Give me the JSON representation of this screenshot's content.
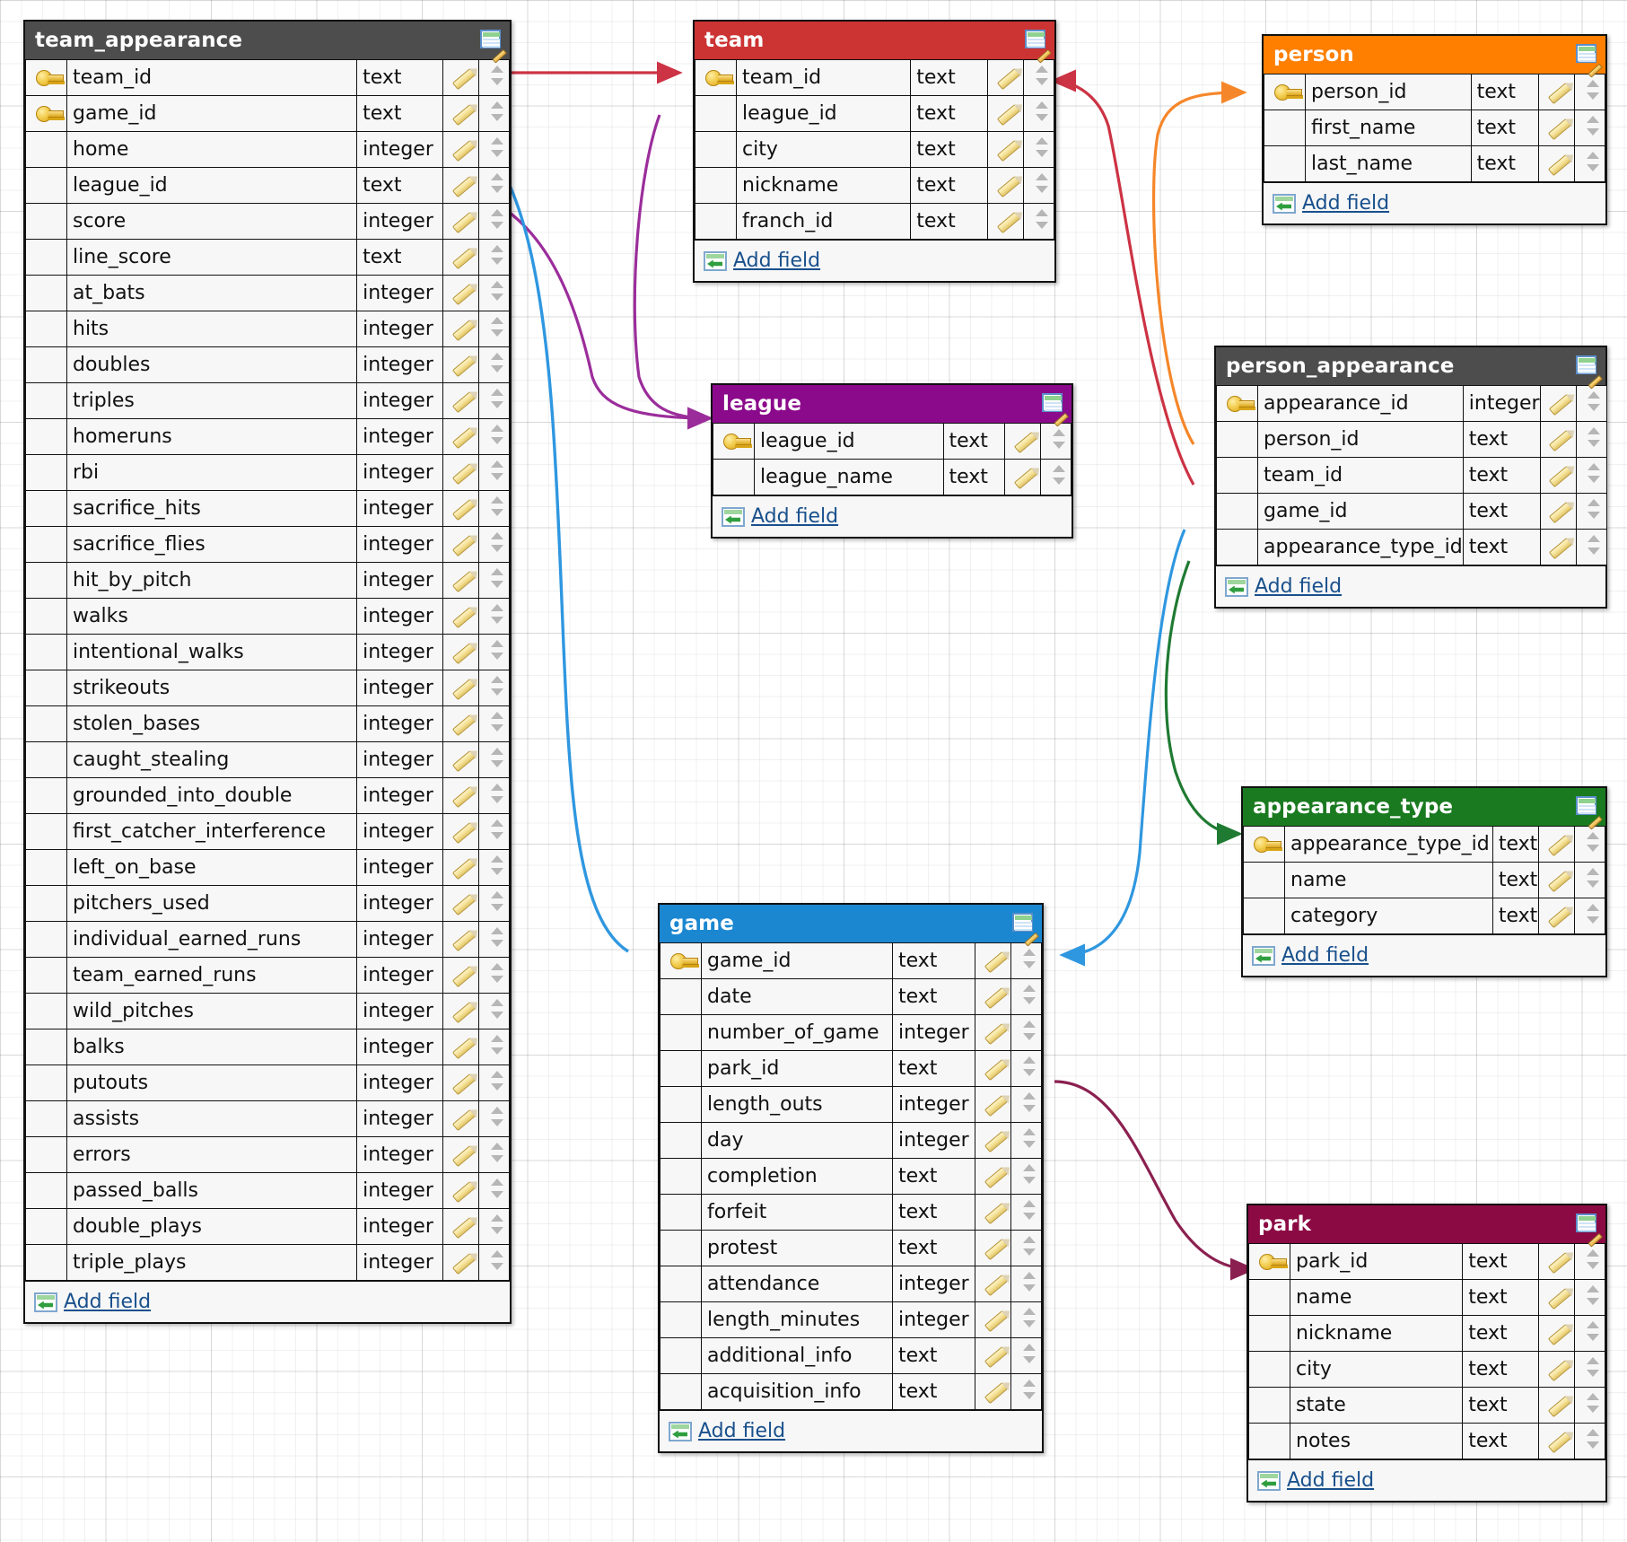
{
  "diagram": {
    "kind": "database-schema-er-diagram",
    "add_field_label": "Add field",
    "colors": {
      "team_appearance": "#4d4d4d",
      "team": "#cc3333",
      "person": "#ff7f00",
      "person_appearance": "#4d4d4d",
      "league": "#8b0a8b",
      "appearance_type": "#1a7a20",
      "game": "#1b87d1",
      "park": "#8b0a43",
      "key_icon": "#e8c34a",
      "link_text": "#19508c"
    },
    "edge_colors": {
      "team_appearance_to_team": "#cc3344",
      "team_appearance_to_league": "#9b2d9b",
      "team_appearance_to_game": "#2f97e0",
      "team_to_league": "#9b2d9b",
      "person_appearance_to_person": "#f5872a",
      "person_appearance_to_team": "#cc3344",
      "person_appearance_to_game": "#2f97e0",
      "person_appearance_to_appearance_type": "#1f7a32",
      "game_to_park": "#8b2050"
    }
  },
  "tables": [
    {
      "id": "team_appearance",
      "name": "team_appearance",
      "header_color": "#4d4d4d",
      "fields": [
        {
          "key": true,
          "name": "team_id",
          "type": "text"
        },
        {
          "key": true,
          "name": "game_id",
          "type": "text"
        },
        {
          "key": false,
          "name": "home",
          "type": "integer"
        },
        {
          "key": false,
          "name": "league_id",
          "type": "text"
        },
        {
          "key": false,
          "name": "score",
          "type": "integer"
        },
        {
          "key": false,
          "name": "line_score",
          "type": "text"
        },
        {
          "key": false,
          "name": "at_bats",
          "type": "integer"
        },
        {
          "key": false,
          "name": "hits",
          "type": "integer"
        },
        {
          "key": false,
          "name": "doubles",
          "type": "integer"
        },
        {
          "key": false,
          "name": "triples",
          "type": "integer"
        },
        {
          "key": false,
          "name": "homeruns",
          "type": "integer"
        },
        {
          "key": false,
          "name": "rbi",
          "type": "integer"
        },
        {
          "key": false,
          "name": "sacrifice_hits",
          "type": "integer"
        },
        {
          "key": false,
          "name": "sacrifice_flies",
          "type": "integer"
        },
        {
          "key": false,
          "name": "hit_by_pitch",
          "type": "integer"
        },
        {
          "key": false,
          "name": "walks",
          "type": "integer"
        },
        {
          "key": false,
          "name": "intentional_walks",
          "type": "integer"
        },
        {
          "key": false,
          "name": "strikeouts",
          "type": "integer"
        },
        {
          "key": false,
          "name": "stolen_bases",
          "type": "integer"
        },
        {
          "key": false,
          "name": "caught_stealing",
          "type": "integer"
        },
        {
          "key": false,
          "name": "grounded_into_double",
          "type": "integer"
        },
        {
          "key": false,
          "name": "first_catcher_interference",
          "type": "integer"
        },
        {
          "key": false,
          "name": "left_on_base",
          "type": "integer"
        },
        {
          "key": false,
          "name": "pitchers_used",
          "type": "integer"
        },
        {
          "key": false,
          "name": "individual_earned_runs",
          "type": "integer"
        },
        {
          "key": false,
          "name": "team_earned_runs",
          "type": "integer"
        },
        {
          "key": false,
          "name": "wild_pitches",
          "type": "integer"
        },
        {
          "key": false,
          "name": "balks",
          "type": "integer"
        },
        {
          "key": false,
          "name": "putouts",
          "type": "integer"
        },
        {
          "key": false,
          "name": "assists",
          "type": "integer"
        },
        {
          "key": false,
          "name": "errors",
          "type": "integer"
        },
        {
          "key": false,
          "name": "passed_balls",
          "type": "integer"
        },
        {
          "key": false,
          "name": "double_plays",
          "type": "integer"
        },
        {
          "key": false,
          "name": "triple_plays",
          "type": "integer"
        }
      ]
    },
    {
      "id": "team",
      "name": "team",
      "header_color": "#cc3333",
      "fields": [
        {
          "key": true,
          "name": "team_id",
          "type": "text"
        },
        {
          "key": false,
          "name": "league_id",
          "type": "text"
        },
        {
          "key": false,
          "name": "city",
          "type": "text"
        },
        {
          "key": false,
          "name": "nickname",
          "type": "text"
        },
        {
          "key": false,
          "name": "franch_id",
          "type": "text"
        }
      ]
    },
    {
      "id": "person",
      "name": "person",
      "header_color": "#ff7f00",
      "fields": [
        {
          "key": true,
          "name": "person_id",
          "type": "text"
        },
        {
          "key": false,
          "name": "first_name",
          "type": "text"
        },
        {
          "key": false,
          "name": "last_name",
          "type": "text"
        }
      ]
    },
    {
      "id": "league",
      "name": "league",
      "header_color": "#8b0a8b",
      "fields": [
        {
          "key": true,
          "name": "league_id",
          "type": "text"
        },
        {
          "key": false,
          "name": "league_name",
          "type": "text"
        }
      ]
    },
    {
      "id": "person_appearance",
      "name": "person_appearance",
      "header_color": "#4d4d4d",
      "fields": [
        {
          "key": true,
          "name": "appearance_id",
          "type": "integer"
        },
        {
          "key": false,
          "name": "person_id",
          "type": "text"
        },
        {
          "key": false,
          "name": "team_id",
          "type": "text"
        },
        {
          "key": false,
          "name": "game_id",
          "type": "text"
        },
        {
          "key": false,
          "name": "appearance_type_id",
          "type": "text"
        }
      ]
    },
    {
      "id": "appearance_type",
      "name": "appearance_type",
      "header_color": "#1a7a20",
      "fields": [
        {
          "key": true,
          "name": "appearance_type_id",
          "type": "text"
        },
        {
          "key": false,
          "name": "name",
          "type": "text"
        },
        {
          "key": false,
          "name": "category",
          "type": "text"
        }
      ]
    },
    {
      "id": "game",
      "name": "game",
      "header_color": "#1b87d1",
      "fields": [
        {
          "key": true,
          "name": "game_id",
          "type": "text"
        },
        {
          "key": false,
          "name": "date",
          "type": "text"
        },
        {
          "key": false,
          "name": "number_of_game",
          "type": "integer"
        },
        {
          "key": false,
          "name": "park_id",
          "type": "text"
        },
        {
          "key": false,
          "name": "length_outs",
          "type": "integer"
        },
        {
          "key": false,
          "name": "day",
          "type": "integer"
        },
        {
          "key": false,
          "name": "completion",
          "type": "text"
        },
        {
          "key": false,
          "name": "forfeit",
          "type": "text"
        },
        {
          "key": false,
          "name": "protest",
          "type": "text"
        },
        {
          "key": false,
          "name": "attendance",
          "type": "integer"
        },
        {
          "key": false,
          "name": "length_minutes",
          "type": "integer"
        },
        {
          "key": false,
          "name": "additional_info",
          "type": "text"
        },
        {
          "key": false,
          "name": "acquisition_info",
          "type": "text"
        }
      ]
    },
    {
      "id": "park",
      "name": "park",
      "header_color": "#8b0a43",
      "fields": [
        {
          "key": true,
          "name": "park_id",
          "type": "text"
        },
        {
          "key": false,
          "name": "name",
          "type": "text"
        },
        {
          "key": false,
          "name": "nickname",
          "type": "text"
        },
        {
          "key": false,
          "name": "city",
          "type": "text"
        },
        {
          "key": false,
          "name": "state",
          "type": "text"
        },
        {
          "key": false,
          "name": "notes",
          "type": "text"
        }
      ]
    }
  ]
}
